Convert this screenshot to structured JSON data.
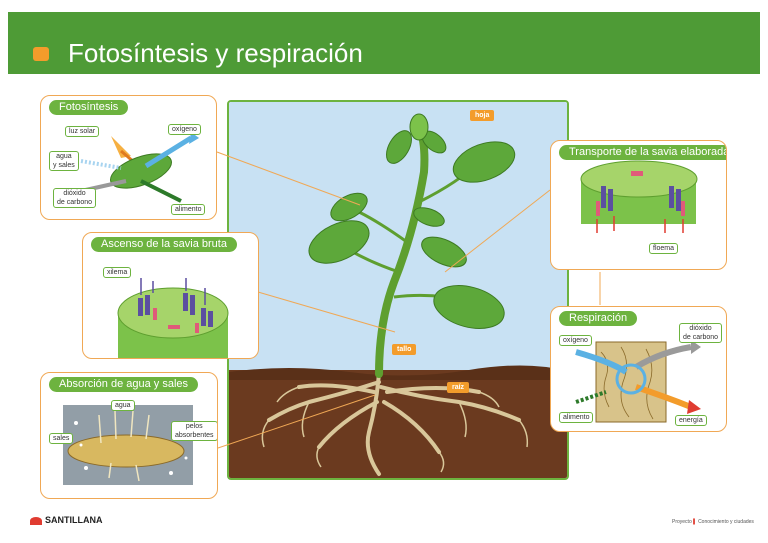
{
  "header": {
    "title": "Fotosíntesis y respiración"
  },
  "panels": {
    "fotosintesis": {
      "title": "Fotosíntesis",
      "labels": {
        "luz": "luz solar",
        "oxigeno": "oxígeno",
        "agua": "agua\ny sales",
        "dioxido": "dióxido\nde carbono",
        "alimento": "alimento"
      }
    },
    "ascenso": {
      "title": "Ascenso de la savia bruta",
      "labels": {
        "xilema": "xilema"
      }
    },
    "absorcion": {
      "title": "Absorción de agua y sales",
      "labels": {
        "agua": "agua",
        "sales": "sales",
        "pelos": "pelos\nabsorbentes"
      }
    },
    "transporte": {
      "title": "Transporte de la savia elaborada",
      "labels": {
        "floema": "floema"
      }
    },
    "respiracion": {
      "title": "Respiración",
      "labels": {
        "oxigeno": "oxígeno",
        "dioxido": "dióxido\nde carbono",
        "alimento": "alimento",
        "energia": "energía"
      }
    }
  },
  "plant": {
    "hoja": "hoja",
    "tallo": "tallo",
    "raiz": "raíz"
  },
  "footer": {
    "brand": "SANTILLANA",
    "project": "Proyecto",
    "project_name": "Conocimiento y ciudades"
  },
  "colors": {
    "header": "#4e9b36",
    "accent": "#f39c2b",
    "panel_border": "#f0a855",
    "title_bg": "#6db33f",
    "sky": "#c8e1f3",
    "soil": "#6b3a1f"
  }
}
